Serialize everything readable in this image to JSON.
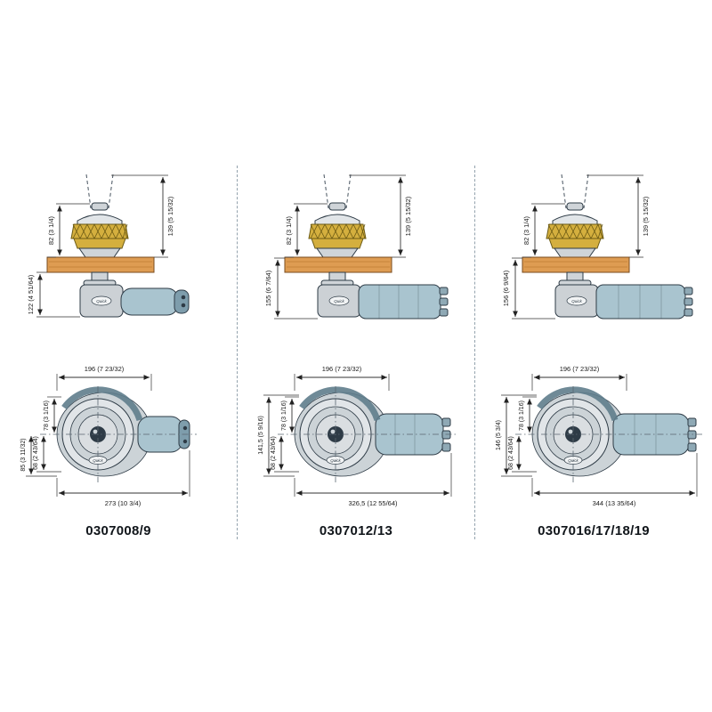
{
  "brand": "Quick",
  "colors": {
    "deck": "#de9c52",
    "motor": "#a9c4cf",
    "motor-dark": "#7e9dac",
    "brass": "#d4af3e",
    "outline": "#2e3b46",
    "sep": "#93a2ad"
  },
  "columns": [
    {
      "model": "0307008/9",
      "side": {
        "chain_height": "139 (5 15/32)",
        "above_deck": "82 (3 1/4)",
        "below_deck": "122 (4 51/64)"
      },
      "top": {
        "width": "196 (7 23/32)",
        "offset_a": "78 (3 1/16)",
        "offset_b": "68 (2 43/64)",
        "offset_c": "85 (3 11/32)",
        "length": "273 (10 3/4)"
      }
    },
    {
      "model": "0307012/13",
      "side": {
        "chain_height": "139 (5 15/32)",
        "above_deck": "82 (3 1/4)",
        "below_deck": "155 (6 7/64)"
      },
      "top": {
        "width": "196 (7 23/32)",
        "offset_a": "78 (3 1/16)",
        "offset_b": "68 (2 43/64)",
        "offset_c": "141,5 (5 9/16)",
        "length": "326,5 (12 55/64)"
      }
    },
    {
      "model": "0307016/17/18/19",
      "side": {
        "chain_height": "139 (5 15/32)",
        "above_deck": "82 (3 1/4)",
        "below_deck": "156 (6 9/64)"
      },
      "top": {
        "width": "196 (7 23/32)",
        "offset_a": "78 (3 1/16)",
        "offset_b": "68 (2 43/64)",
        "offset_c": "146 (5 3/4)",
        "length": "344 (13 35/64)"
      }
    }
  ]
}
